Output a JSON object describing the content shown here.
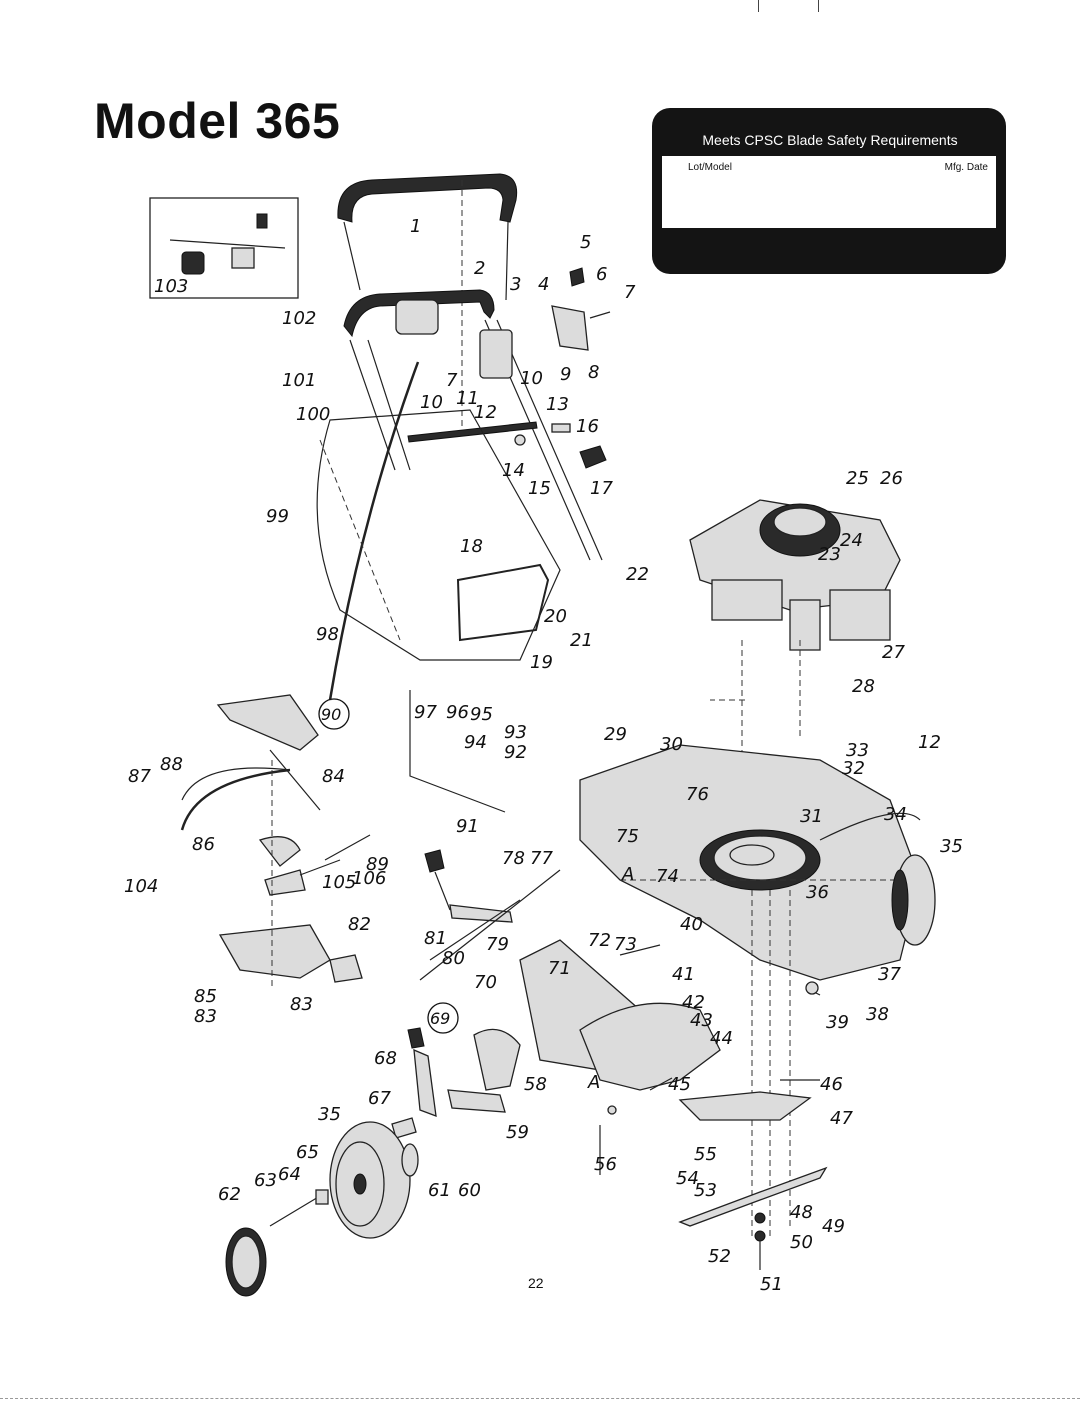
{
  "title": "Model 365",
  "cpsc": {
    "heading": "Meets CPSC Blade Safety Requirements",
    "lot_model_label": "Lot/Model",
    "mfg_date_label": "Mfg. Date"
  },
  "page_number": "22",
  "part_labels": [
    "1",
    "2",
    "3",
    "4",
    "5",
    "6",
    "7",
    "7",
    "8",
    "9",
    "10",
    "10",
    "11",
    "12",
    "12",
    "13",
    "14",
    "15",
    "16",
    "17",
    "18",
    "19",
    "20",
    "21",
    "22",
    "23",
    "24",
    "25",
    "26",
    "27",
    "28",
    "29",
    "30",
    "31",
    "32",
    "33",
    "34",
    "35",
    "35",
    "36",
    "37",
    "38",
    "39",
    "40",
    "41",
    "42",
    "43",
    "44",
    "45",
    "46",
    "47",
    "48",
    "49",
    "50",
    "51",
    "52",
    "53",
    "54",
    "55",
    "56",
    "58",
    "59",
    "60",
    "61",
    "62",
    "63",
    "64",
    "65",
    "67",
    "68",
    "70",
    "71",
    "72",
    "73",
    "74",
    "75",
    "76",
    "77",
    "78",
    "79",
    "80",
    "81",
    "82",
    "83",
    "83",
    "84",
    "85",
    "86",
    "87",
    "88",
    "89",
    "91",
    "92",
    "93",
    "94",
    "95",
    "96",
    "97",
    "98",
    "99",
    "100",
    "101",
    "102",
    "103",
    "104",
    "105",
    "106",
    "A",
    "A"
  ],
  "circled_labels": [
    "90",
    "69"
  ]
}
